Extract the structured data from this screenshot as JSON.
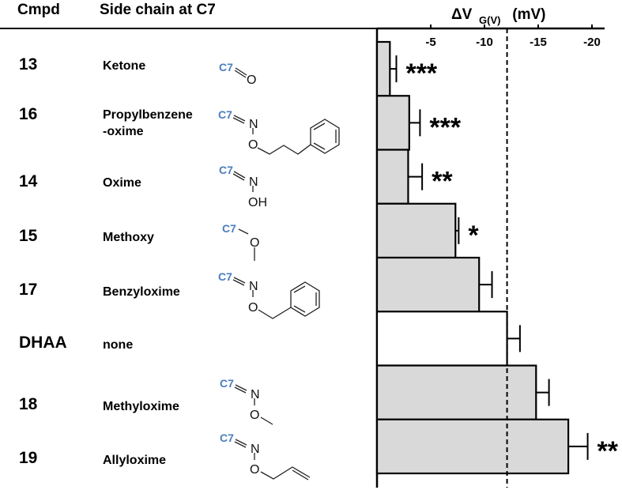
{
  "headers": {
    "cmpd": "Cmpd",
    "side_chain": "Side chain at C7"
  },
  "rows": [
    {
      "cmpd": "13",
      "name": "Ketone",
      "structure": "ketone"
    },
    {
      "cmpd": "16",
      "name": "Propylbenzene\n-oxime",
      "name_line1": "Propylbenzene",
      "name_line2": "-oxime",
      "structure": "propylbenzene-oxime"
    },
    {
      "cmpd": "14",
      "name": "Oxime",
      "structure": "oxime"
    },
    {
      "cmpd": "15",
      "name": "Methoxy",
      "structure": "methoxy"
    },
    {
      "cmpd": "17",
      "name": "Benzyloxime",
      "structure": "benzyloxime"
    },
    {
      "cmpd": "DHAA",
      "name": "none",
      "structure": "none"
    },
    {
      "cmpd": "18",
      "name": "Methyloxime",
      "structure": "methyloxime"
    },
    {
      "cmpd": "19",
      "name": "Allyloxime",
      "structure": "allyloxime"
    }
  ],
  "struct_labels": {
    "c7": "C7",
    "o": "O",
    "n": "N",
    "oh": "OH"
  },
  "colors": {
    "c7_label": "#4a7ebf",
    "bar_fill": "#d9d9d9",
    "reference_fill": "#ffffff"
  },
  "chart_data": {
    "type": "bar",
    "orientation": "horizontal",
    "title": "ΔV_G(V) (mV)",
    "title_main": "ΔV",
    "title_sub": "G(V)",
    "title_unit": " (mV)",
    "categories": [
      "13",
      "16",
      "14",
      "15",
      "17",
      "DHAA",
      "18",
      "19"
    ],
    "values": [
      -1.2,
      -3.0,
      -2.9,
      -7.3,
      -9.5,
      -12.1,
      -14.8,
      -17.8
    ],
    "errors": [
      0.6,
      1.0,
      1.3,
      0.3,
      1.2,
      1.2,
      1.2,
      1.8
    ],
    "significance": [
      "***",
      "***",
      "**",
      "*",
      "",
      "",
      "",
      "**"
    ],
    "reference_category": "DHAA",
    "reference_line": -12.1,
    "xlim": [
      0,
      -20.5
    ],
    "xticks": [
      -5,
      -10,
      -15,
      -20
    ],
    "xtick_labels": [
      "-5",
      "-10",
      "-15",
      "-20"
    ],
    "axis_position": "top",
    "grid": false,
    "legend": "none"
  }
}
